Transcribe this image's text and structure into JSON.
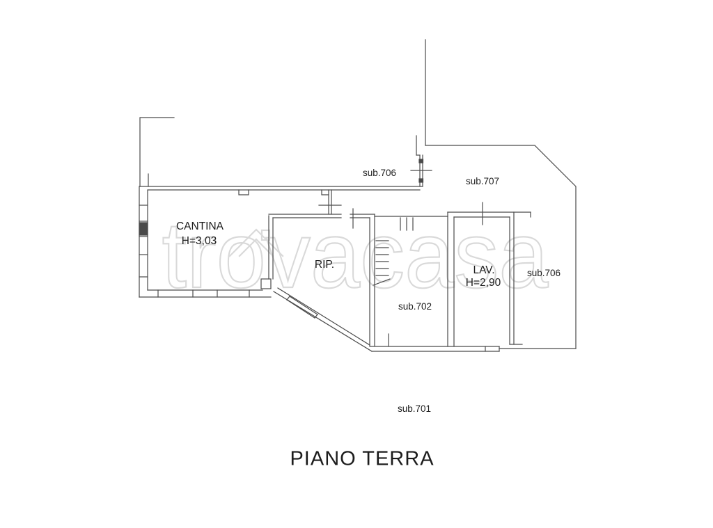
{
  "title": "PIANO TERRA",
  "watermark": {
    "text": "trovacasa",
    "color": "#d9d9d9"
  },
  "colors": {
    "line": "#4a4a4a",
    "text": "#1c1c1c",
    "background": "#ffffff"
  },
  "rooms": {
    "cantina": {
      "name": "CANTINA",
      "height": "H=3,03"
    },
    "rip": {
      "name": "RIP."
    },
    "lav": {
      "name": "LAV.",
      "height": "H=2,90"
    }
  },
  "sub_labels": {
    "top": "sub.706",
    "upper_right": "sub.707",
    "center": "sub.702",
    "right": "sub.706",
    "bottom": "sub.701"
  }
}
